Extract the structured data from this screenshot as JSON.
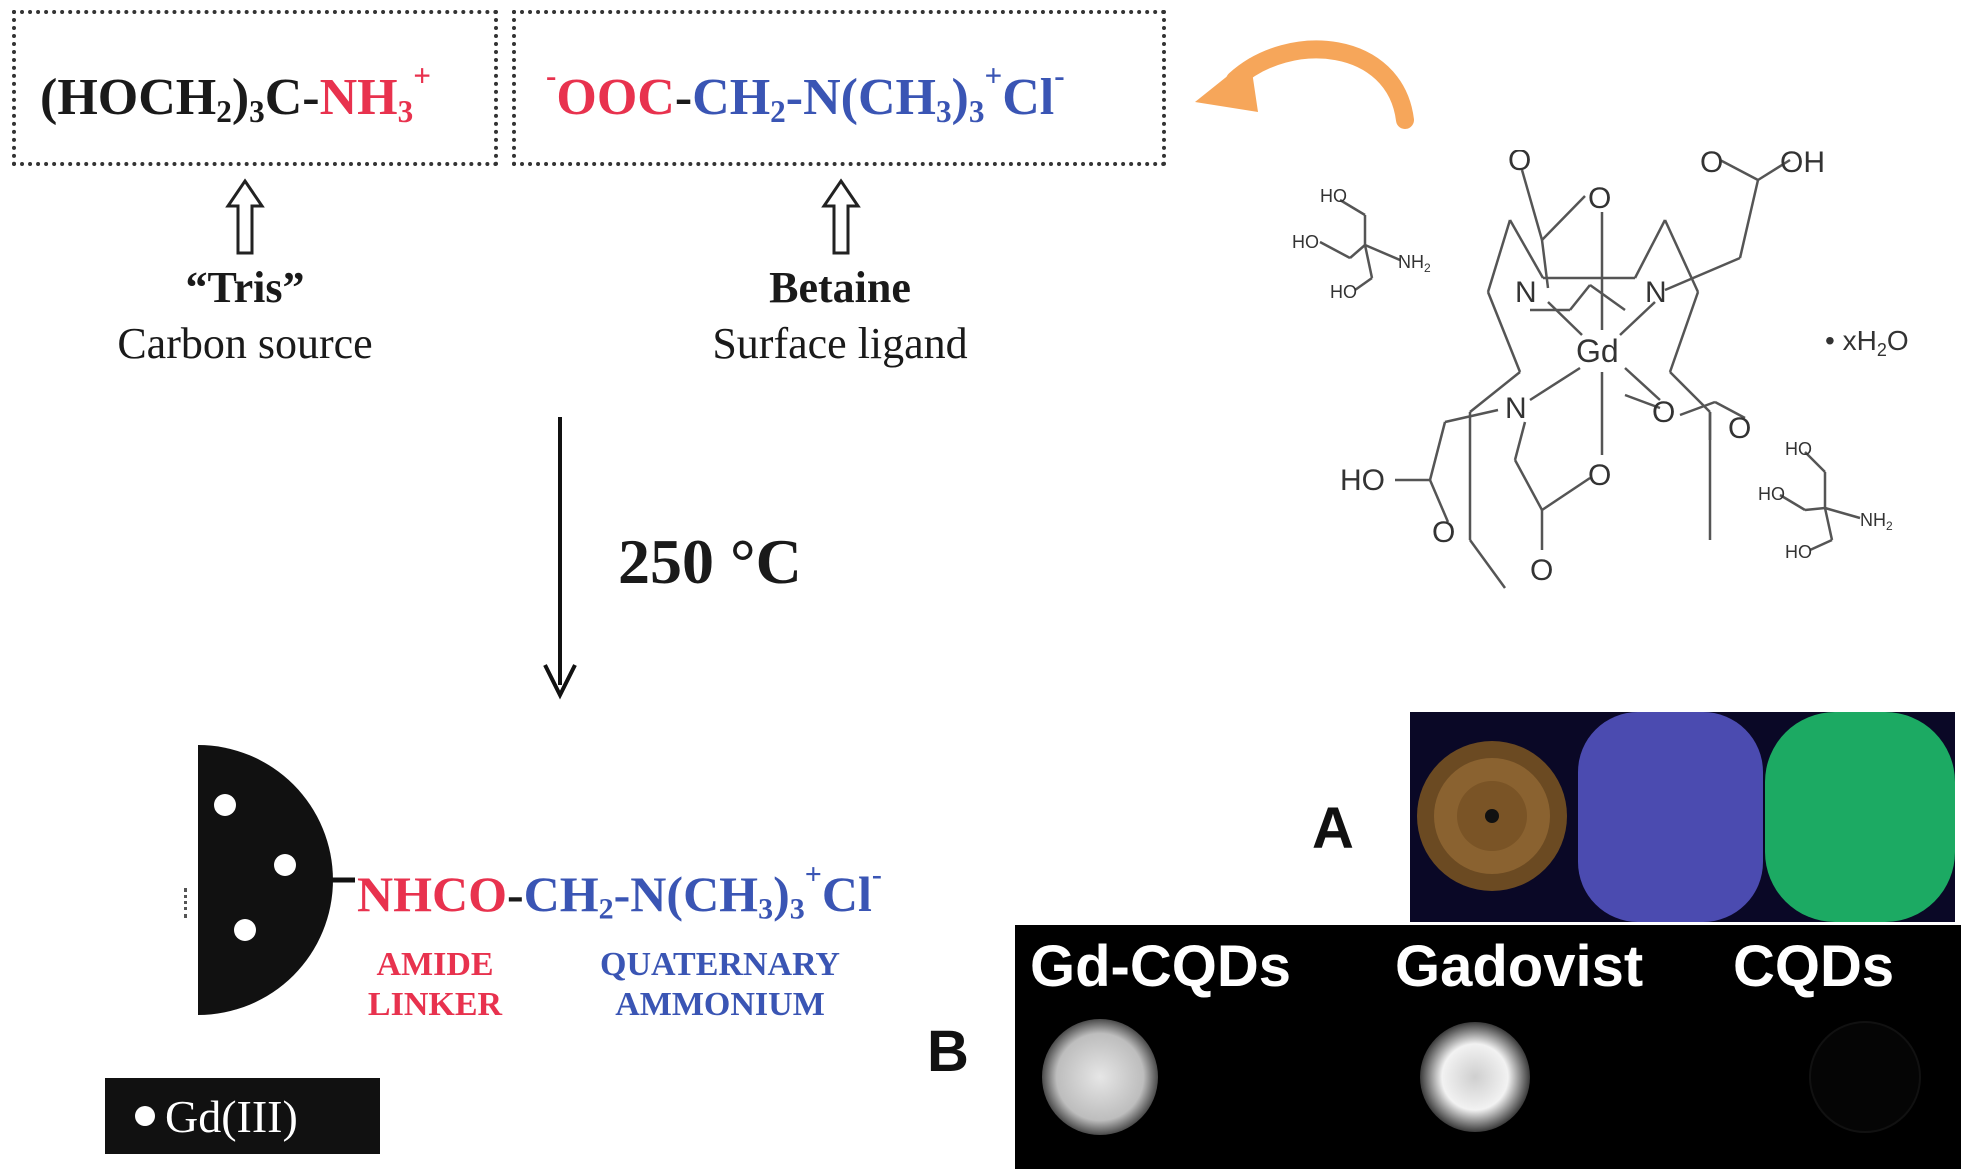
{
  "tris_formula": {
    "prefix": "(HOCH",
    "sub1": "2",
    "mid": ")",
    "sub2": "3",
    "c": "C-",
    "nh": "NH",
    "sub3": "3",
    "sup": "+"
  },
  "betaine_formula": {
    "minus": "-",
    "ooc": "OOC",
    "dash1": "-",
    "ch": "CH",
    "sub1": "2",
    "dash2": "-N(CH",
    "sub2": "3",
    "paren": ")",
    "sub3": "3",
    "plus": "+",
    "cl": "Cl",
    "clminus": "-"
  },
  "tris_label": {
    "name": "“Tris”",
    "role": "Carbon source"
  },
  "betaine_label": {
    "name": "Betaine",
    "role": "Surface ligand"
  },
  "reaction": {
    "temperature": "250 °C"
  },
  "product_formula": {
    "nhco": "NHCO",
    "dash1": "-",
    "ch": "CH",
    "sub1": "2",
    "dash2": "-N(CH",
    "sub2": "3",
    "paren": ")",
    "sub3": "3",
    "plus": "+",
    "cl": "Cl",
    "clminus": "-"
  },
  "amide_tag": {
    "line1": "AMIDE",
    "line2": "LINKER"
  },
  "quat_tag": {
    "line1": "QUATERNARY",
    "line2": "AMMONIUM"
  },
  "legend": {
    "label": "Gd(III)"
  },
  "structure": {
    "atom_gd": "Gd",
    "atom_n": "N",
    "atom_o": "O",
    "oh": "OH",
    "ho": "HO",
    "nh2": "NH",
    "nh2_sub": "2",
    "hydrate": "• xH",
    "hydrate_sub": "2",
    "hydrate_o": "O"
  },
  "panel_a": {
    "letter": "A"
  },
  "panel_b": {
    "letter": "B",
    "labels": [
      "Gd-CQDs",
      "Gadovist",
      "CQDs"
    ]
  },
  "colors": {
    "red": "#e8324e",
    "blue": "#3a55b4",
    "orange": "#f6a65a"
  }
}
